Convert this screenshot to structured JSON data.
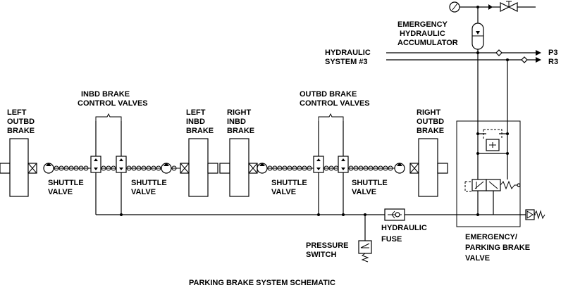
{
  "title": "PARKING BRAKE SYSTEM SCHEMATIC",
  "labels": {
    "left_outbd_brake": [
      "LEFT",
      "OUTBD",
      "BRAKE"
    ],
    "left_inbd_brake": [
      "LEFT",
      "INBD",
      "BRAKE"
    ],
    "right_inbd_brake": [
      "RIGHT",
      "INBD",
      "BRAKE"
    ],
    "right_outbd_brake": [
      "RIGHT",
      "OUTBD",
      "BRAKE"
    ],
    "inbd_valves": [
      "INBD BRAKE",
      "CONTROL VALVES"
    ],
    "outbd_valves": [
      "OUTBD BRAKE",
      "CONTROL VALVES"
    ],
    "shuttle_valve": [
      "SHUTTLE",
      "VALVE"
    ],
    "accumulator": [
      "EMERGENCY",
      "HYDRAULIC",
      "ACCUMULATOR"
    ],
    "hyd_system": [
      "HYDRAULIC",
      "SYSTEM #3"
    ],
    "p3": "P3",
    "r3": "R3",
    "pressure_switch": [
      "PRESSURE",
      "SWITCH"
    ],
    "hydraulic_fuse": [
      "HYDRAULIC",
      "FUSE"
    ],
    "emergency_valve": [
      "EMERGENCY/",
      "PARKING BRAKE",
      "VALVE"
    ]
  }
}
